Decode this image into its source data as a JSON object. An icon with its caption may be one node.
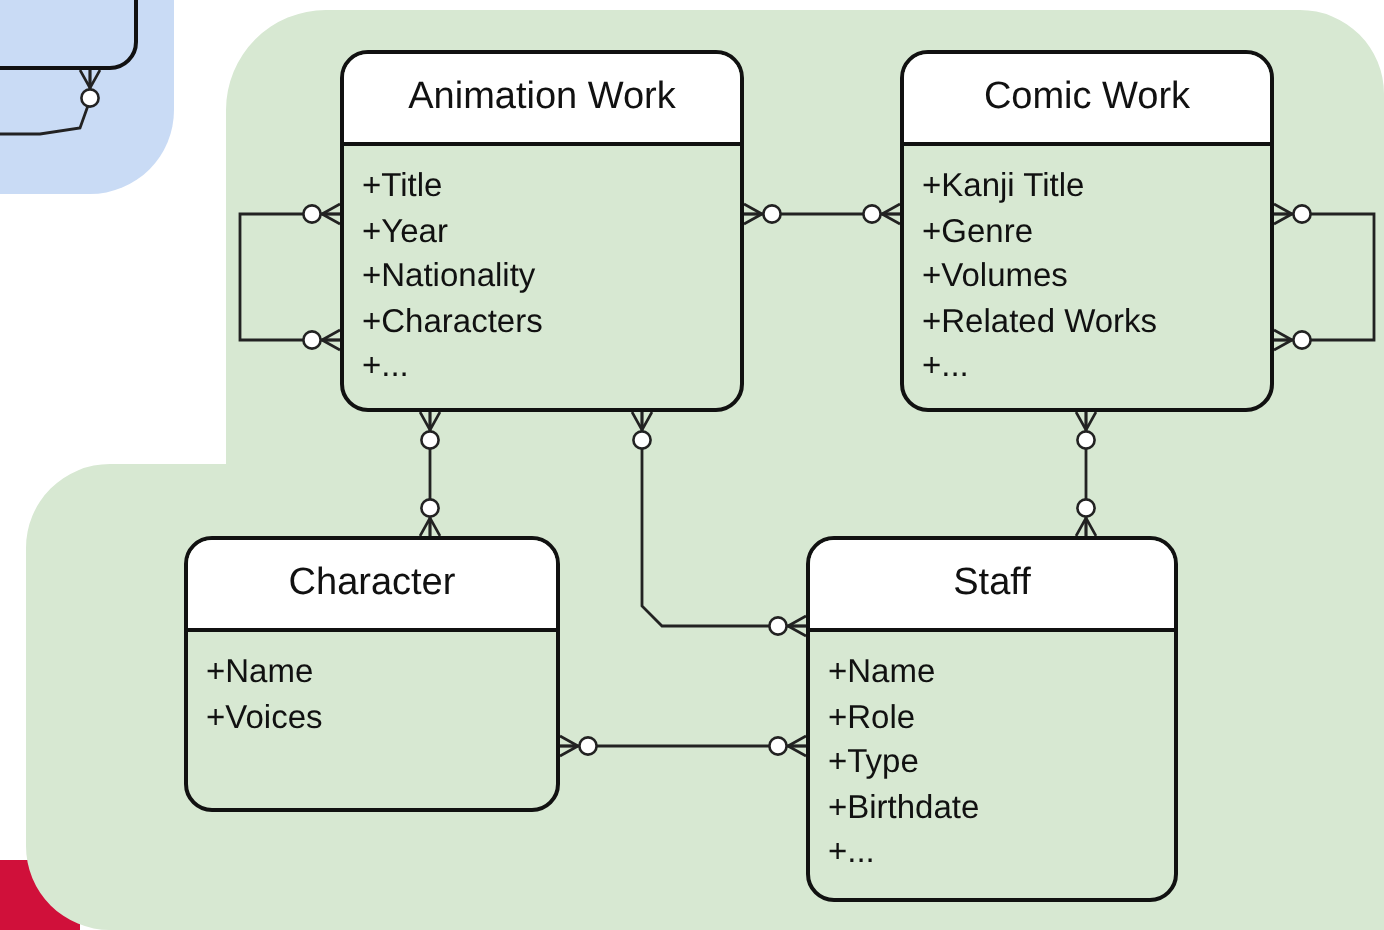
{
  "diagram": {
    "nodes": [
      {
        "text": [],
        "shape": "box"
      },
      {
        "text": [
          "Animation Work",
          "+Title",
          "+Year",
          "+Nationality",
          "+Characters",
          "+..."
        ]
      },
      {
        "text": [
          "Comic Work",
          "+Kanji Title",
          "+Genre",
          "+Volumes",
          "+Related Works",
          "+..."
        ]
      },
      {
        "text": [
          "Character",
          "+Name",
          "+Voices"
        ]
      },
      {
        "text": [
          "Staff",
          "+Name",
          "+Role",
          "+Type",
          "+Birthdate",
          "+..."
        ]
      }
    ],
    "edges": [
      {
        "from": 0,
        "to": null,
        "arrow": "other"
      },
      {
        "from": 1,
        "to": 1,
        "arrow": "other"
      },
      {
        "from": 1,
        "to": 2,
        "arrow": "other"
      },
      {
        "from": 2,
        "to": 2,
        "arrow": "other"
      },
      {
        "from": 1,
        "to": 3,
        "arrow": "other"
      },
      {
        "from": 1,
        "to": 4,
        "arrow": "other"
      },
      {
        "from": 2,
        "to": 4,
        "arrow": "other"
      },
      {
        "from": 3,
        "to": 4,
        "arrow": "other"
      }
    ]
  }
}
